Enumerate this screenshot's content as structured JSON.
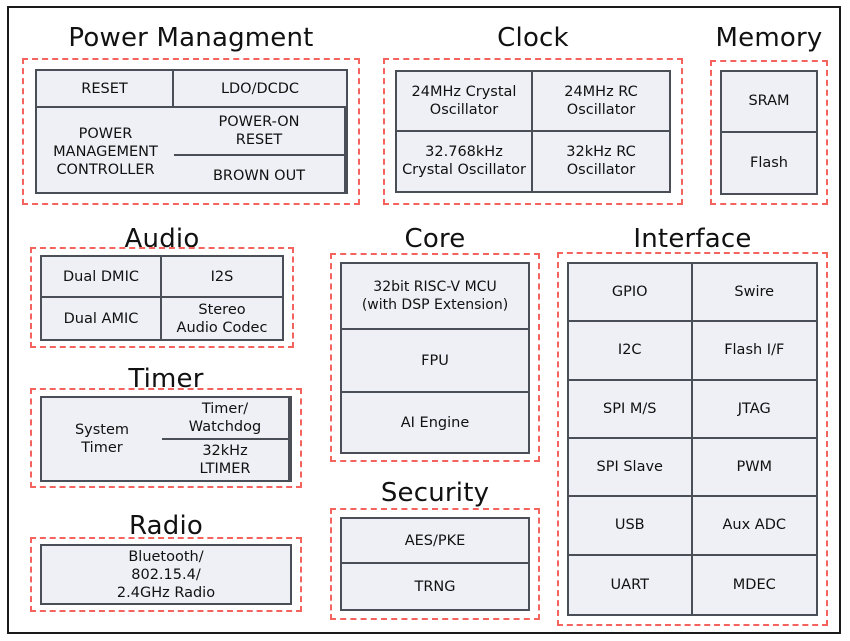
{
  "diagram": {
    "title_font_color": "#111111",
    "group_border_color": "#f4635e",
    "block_border_color": "#4a4f57",
    "block_fill_color": "#eef0f5",
    "frame_color": "#1a1a1a"
  },
  "groups": {
    "power": {
      "title": "Power Managment",
      "cells": [
        "RESET",
        "LDO/DCDC",
        "POWER-ON\nRESET",
        "POWER\nMANAGEMENT\nCONTROLLER",
        "BROWN OUT"
      ]
    },
    "clock": {
      "title": "Clock",
      "cells": [
        "24MHz Crystal\nOscillator",
        "24MHz RC\nOscillator",
        "32.768kHz\nCrystal Oscillator",
        "32kHz RC\nOscillator"
      ]
    },
    "memory": {
      "title": "Memory",
      "cells": [
        "SRAM",
        "Flash"
      ]
    },
    "audio": {
      "title": "Audio",
      "cells": [
        "Dual DMIC",
        "I2S",
        "Dual AMIC",
        "Stereo\nAudio Codec"
      ]
    },
    "timer": {
      "title": "Timer",
      "cells": [
        "Timer/\nWatchdog",
        "System\nTimer",
        "32kHz\nLTIMER"
      ]
    },
    "radio": {
      "title": "Radio",
      "cells": [
        "Bluetooth/\n802.15.4/\n2.4GHz Radio"
      ]
    },
    "core": {
      "title": "Core",
      "cells": [
        "32bit RISC-V MCU\n(with DSP Extension)",
        "FPU",
        "AI Engine"
      ]
    },
    "security": {
      "title": "Security",
      "cells": [
        "AES/PKE",
        "TRNG"
      ]
    },
    "interface": {
      "title": "Interface",
      "cells": [
        "GPIO",
        "Swire",
        "I2C",
        "Flash I/F",
        "SPI M/S",
        "JTAG",
        "SPI Slave",
        "PWM",
        "USB",
        "Aux ADC",
        "UART",
        "MDEC"
      ]
    }
  }
}
